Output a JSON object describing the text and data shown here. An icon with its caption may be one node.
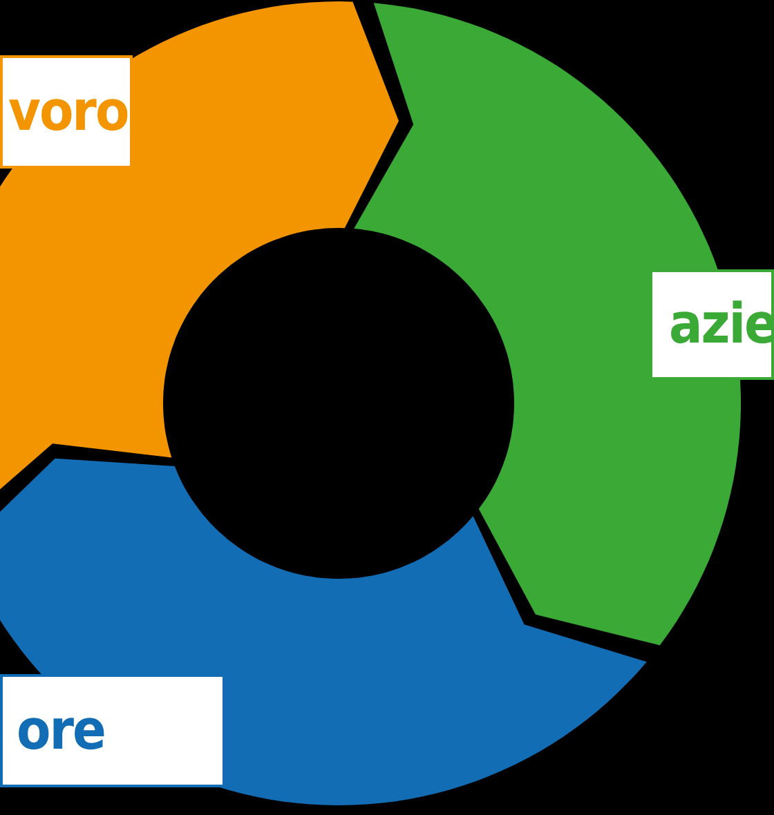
{
  "diagram": {
    "nodes": [
      {
        "text": [
          "voro"
        ]
      },
      {
        "text": [
          "azie"
        ]
      },
      {
        "text": [
          "ore"
        ]
      }
    ]
  }
}
